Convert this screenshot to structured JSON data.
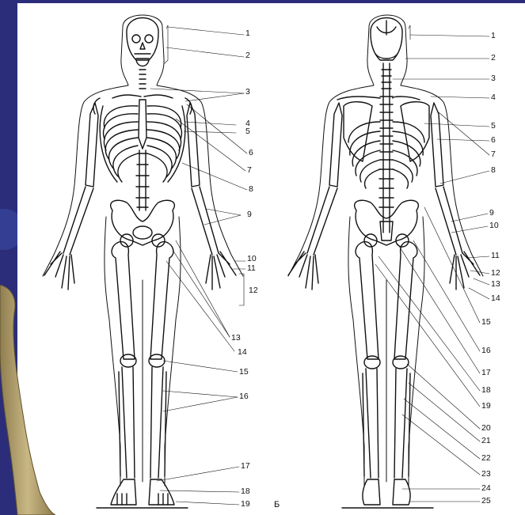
{
  "front_view": {
    "labels": [
      "1",
      "2",
      "3",
      "4",
      "5",
      "6",
      "7",
      "8",
      "9",
      "10",
      "11",
      "12",
      "13",
      "14",
      "15",
      "16",
      "17",
      "18",
      "19"
    ]
  },
  "back_view": {
    "letter": "Б",
    "labels": [
      "1",
      "2",
      "3",
      "4",
      "5",
      "6",
      "7",
      "8",
      "9",
      "10",
      "11",
      "12",
      "13",
      "14",
      "15",
      "16",
      "17",
      "18",
      "19",
      "20",
      "21",
      "22",
      "23",
      "24",
      "25"
    ]
  },
  "colors": {
    "background": "#2b2d7a",
    "sheet": "#ffffff",
    "ink": "#111111",
    "bone_overlay": "#b9a772"
  },
  "icons": [
    "bone-photo-overlay",
    "front-skeleton-figure",
    "back-skeleton-figure"
  ]
}
